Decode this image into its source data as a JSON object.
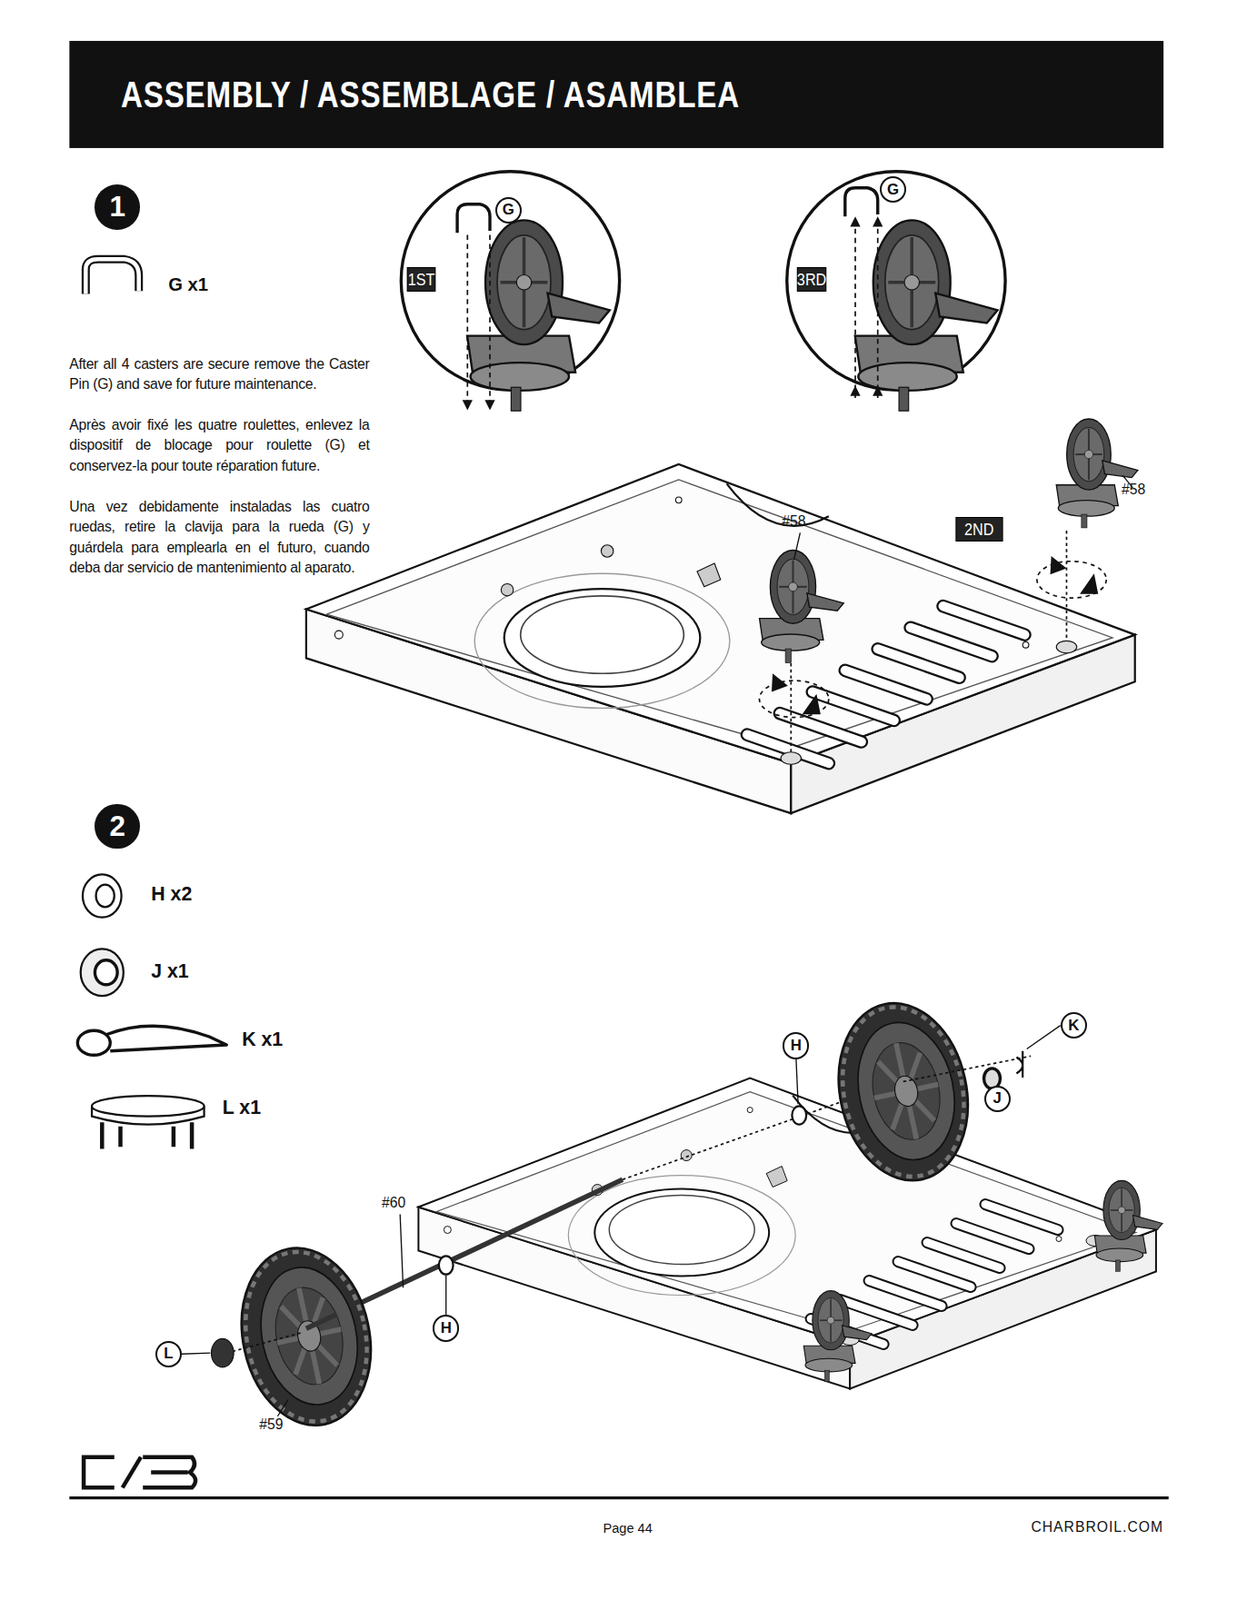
{
  "diagram": {
    "title": "ASSEMBLY / ASSEMBLAGE / ASAMBLEA",
    "nodes": [
      {
        "text": [
          "1"
        ]
      },
      {
        "text": [
          "1ST"
        ]
      },
      {
        "text": [
          "G"
        ]
      },
      {
        "text": [
          "3RD"
        ]
      },
      {
        "text": [
          "G"
        ]
      },
      {
        "text": [
          "2ND"
        ]
      },
      {
        "text": [
          "2"
        ]
      },
      {
        "text": [
          "H"
        ]
      },
      {
        "text": [
          "K"
        ]
      },
      {
        "text": [
          "J"
        ]
      },
      {
        "text": [
          "H"
        ]
      },
      {
        "text": [
          "L"
        ]
      }
    ],
    "labels": [
      "G x1",
      "After all 4 casters are secure remove the Caster Pin (G) and save for future maintenance.",
      "Après avoir fixé les quatre roulettes, enlevez la dispositif de blocage pour roulette (G) et conservez-la pour toute réparation future.",
      "Una vez debidamente instaladas las cuatro ruedas, retire la clavija para la rueda (G) y guárdela para emplearla en el futuro, cuando deba dar servicio de mantenimiento al aparato.",
      "#58",
      "#58",
      "H x2",
      "J x1",
      "K x1",
      "L x1",
      "#60",
      "#59",
      "Page 44",
      "CHARBROIL.COM"
    ]
  }
}
